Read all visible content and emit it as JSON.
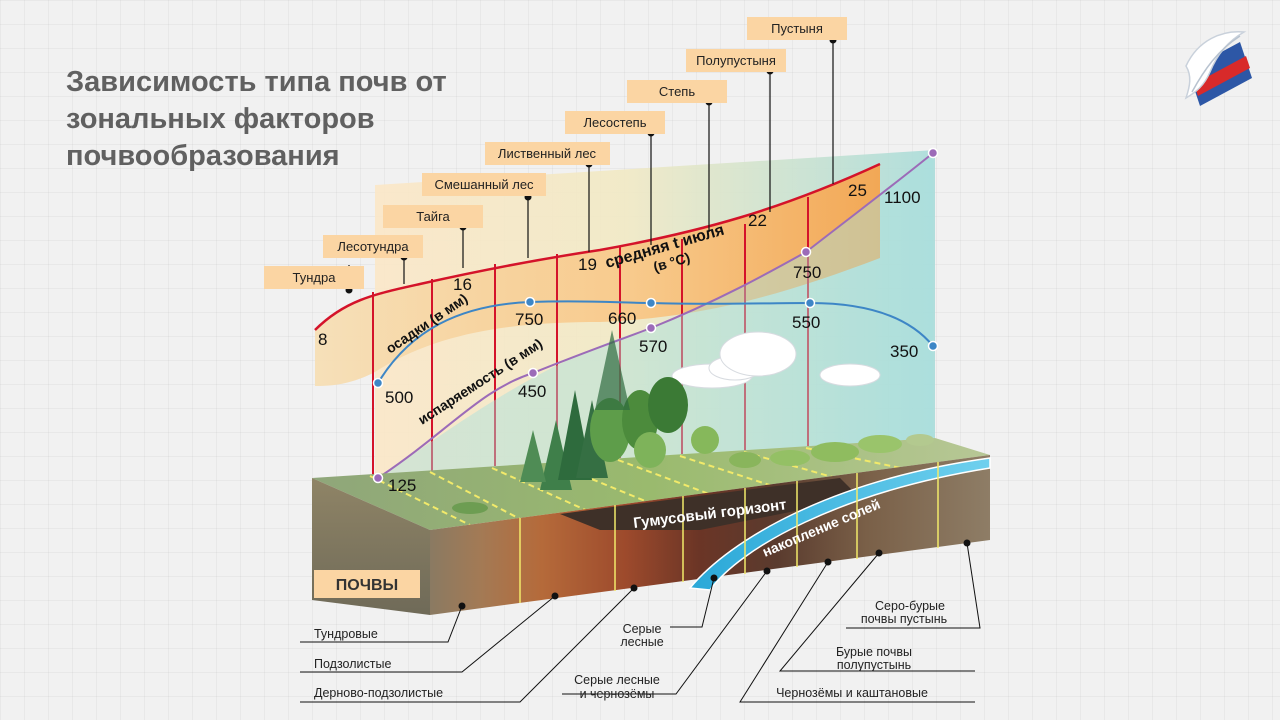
{
  "title": "Зависимость типа почв от зональных факторов почвообразования",
  "zones": [
    "Тундра",
    "Лесотундра",
    "Тайга",
    "Смешанный лес",
    "Лиственный лес",
    "Лесостепь",
    "Степь",
    "Полупустыня",
    "Пустыня"
  ],
  "temperature": {
    "label_line1": "средняя t июля",
    "label_line2": "(в °С)",
    "values": [
      "8",
      "16",
      "19",
      "22",
      "25"
    ]
  },
  "precipitation": {
    "label": "осадки (в мм)",
    "values": [
      "500",
      "750",
      "660",
      "550",
      "350"
    ]
  },
  "evaporation": {
    "label": "испаряемость (в мм)",
    "values": [
      "125",
      "450",
      "570",
      "750",
      "1100"
    ]
  },
  "horizons": {
    "humus": "Гумусовый горизонт",
    "salts": "накопление солей"
  },
  "soils_badge": "ПОЧВЫ",
  "soil_types": {
    "tundra": "Тундровые",
    "podzolic": "Подзолистые",
    "sod_podzolic": "Дерново-подзолистые",
    "grey_forest_1": "Серые",
    "grey_forest_2": "лесные",
    "grey_chern_1": "Серые лесные",
    "grey_chern_2": "и чернозёмы",
    "chern_chestnut": "Чернозёмы и каштановые",
    "brown_1": "Бурые почвы",
    "brown_2": "полупустынь",
    "grey_brown_1": "Серо-бурые",
    "grey_brown_2": "почвы пустынь"
  },
  "colors": {
    "temperature_line": "#d4132a",
    "precipitation_line": "#3d86c6",
    "evaporation_line": "#9c6bb8",
    "label_box": "#fbd5a3",
    "humus_layer": "#4a3a2c"
  }
}
